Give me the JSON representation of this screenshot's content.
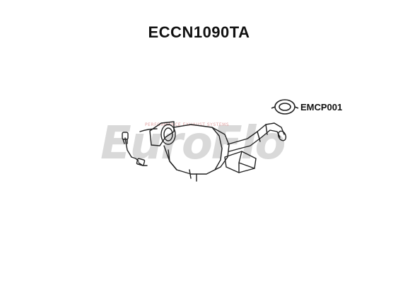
{
  "title": "ECCN1090TA",
  "accessory": {
    "code": "EMCP001",
    "icon": "clamp-ring-icon"
  },
  "watermark": {
    "brand": "EuroFlo",
    "tagline": "PERFORMANCE EXHAUST SYSTEMS"
  },
  "colors": {
    "outline": "#222222",
    "watermark": "#d9d9d9",
    "watermark_tagline": "#e0a0a0"
  }
}
